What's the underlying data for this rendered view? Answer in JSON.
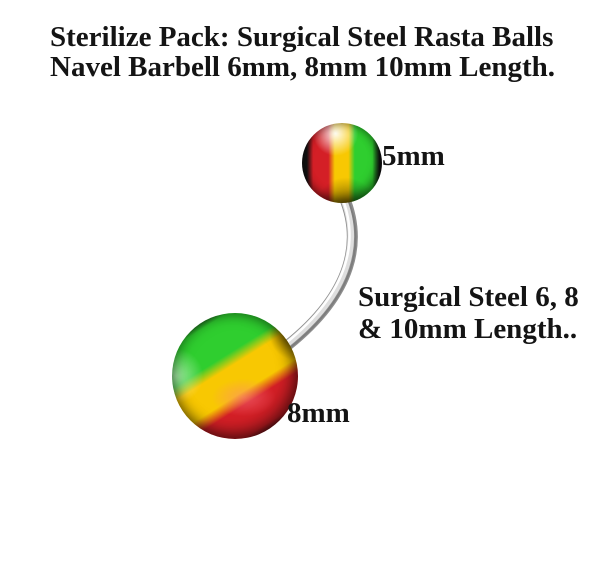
{
  "title": {
    "line1": "Sterilize Pack: Surgical Steel Rasta Balls",
    "line2": "Navel Barbell 6mm, 8mm 10mm Length."
  },
  "annotations": {
    "top_ball_size": "5mm",
    "bar_length_line1": "Surgical Steel 6, 8",
    "bar_length_line2": "& 10mm Length..",
    "bottom_ball_size": "8mm"
  },
  "graphics": {
    "top_ball": "rasta-striped-acrylic-ball-5mm",
    "bottom_ball": "rasta-striped-acrylic-ball-8mm",
    "bar": "curved-surgical-steel-barbell-post"
  },
  "colors": {
    "rasta_red": "#d41f26",
    "rasta_yellow": "#f8c802",
    "rasta_green": "#2fce2f",
    "ball_black": "#131313",
    "steel_dark": "#8e8e8e",
    "steel_light": "#dedede",
    "steel_highlight": "#ffffff",
    "text_color": "#141414",
    "background": "#ffffff"
  }
}
